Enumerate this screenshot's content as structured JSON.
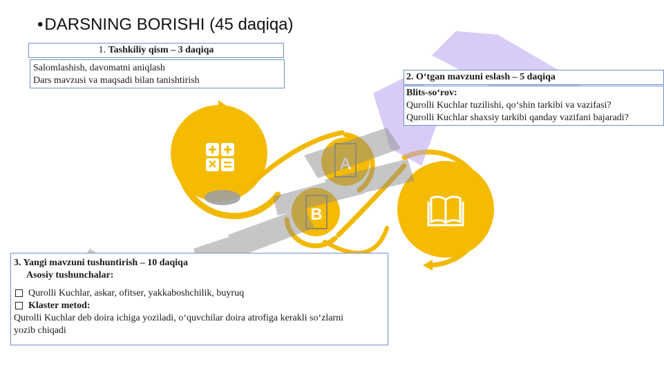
{
  "title": {
    "bullet": "•",
    "text": "DARSNING BORISHI (45 daqiqa)"
  },
  "step1": {
    "num": "1. ",
    "header": "Tashkiliy qism – 3 daqiqa",
    "lines": [
      "Salomlashish, davomatni aniqlash",
      "Dars mavzusi va maqsadi bilan tanishtirish"
    ]
  },
  "step2": {
    "header": "2. O‘tgan mavzuni eslash – 5 daqiqa",
    "sub": "Blits-so‘rov:",
    "lines": [
      "Qurolli Kuchlar tuzilishi, qo‘shin tarkibi va vazifasi?",
      "Qurolli Kuchlar shaxsiy tarkibi qanday vazifani bajaradi?"
    ]
  },
  "step3": {
    "header": "3. Yangi mavzuni tushuntirish – 10 daqiqa",
    "sub": "Asosiy tushunchalar:",
    "item1": "Qurolli Kuchlar, askar, ofitser, yakkaboshchilik, buyruq",
    "item2": "Klaster metod:",
    "desc": "Qurolli Kuchlar deb doira ichiga yoziladi, o‘quvchilar doira atrofiga kerakli so‘zlarni yozib chiqadi"
  },
  "diagram": {
    "letter_a": "A",
    "letter_b": "B",
    "icons": [
      "calculator-icon",
      "book-icon"
    ],
    "accent": "#f2b800"
  },
  "colors": {
    "box_border": "#6d8fc7",
    "watermark_gray": "#9a9a9a",
    "watermark_violet": "#b9a3f0"
  }
}
